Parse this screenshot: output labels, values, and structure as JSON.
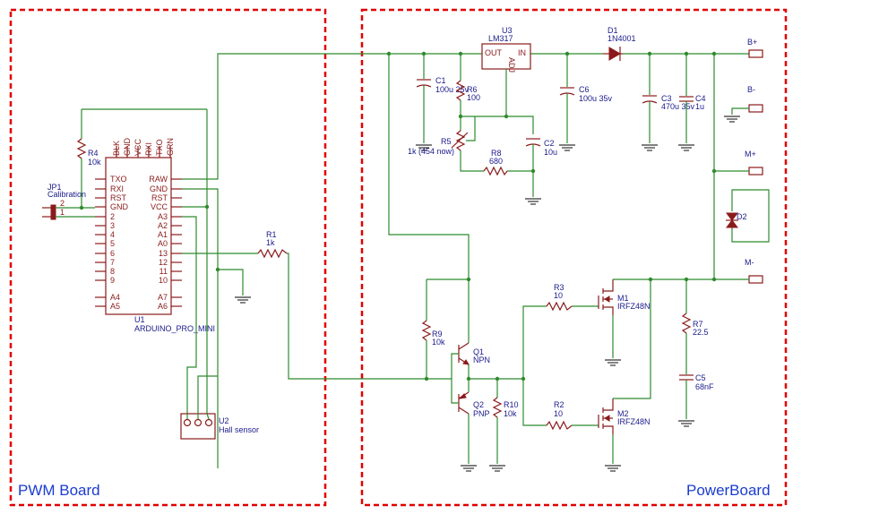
{
  "boards": {
    "pwm": "PWM Board",
    "power": "PowerBoard"
  },
  "u1": {
    "ref": "U1",
    "name": "ARDUINO_PRO_MINI",
    "top_pins": [
      "BLK",
      "GND",
      "VCC",
      "RXI",
      "TXO",
      "GRN"
    ],
    "left_pins": [
      "TXO",
      "RXI",
      "RST",
      "GND",
      "2",
      "3",
      "4",
      "5",
      "6",
      "7",
      "8",
      "9",
      "A4",
      "A5"
    ],
    "right_pins": [
      "RAW",
      "GND",
      "RST",
      "VCC",
      "A3",
      "A2",
      "A1",
      "A0",
      "13",
      "12",
      "11",
      "10",
      "A7",
      "A6"
    ]
  },
  "jp1": {
    "ref": "JP1",
    "value": "Calibration",
    "pin2": "2",
    "pin1": "1"
  },
  "r4": {
    "ref": "R4",
    "value": "10k"
  },
  "r1": {
    "ref": "R1",
    "value": "1k"
  },
  "u2": {
    "ref": "U2",
    "value": "Hall sensor"
  },
  "u3": {
    "ref": "U3",
    "value": "LM317",
    "out": "OUT",
    "in": "IN",
    "adj": "ADJ"
  },
  "c1": {
    "ref": "C1",
    "value": "100u 25v"
  },
  "r6": {
    "ref": "R6",
    "value": "100"
  },
  "r5": {
    "ref": "R5",
    "value": "1k (454 now)"
  },
  "r8": {
    "ref": "R8",
    "value": "680"
  },
  "c2": {
    "ref": "C2",
    "value": "10u"
  },
  "c6": {
    "ref": "C6",
    "value": "100u 35v"
  },
  "d1": {
    "ref": "D1",
    "value": "1N4001"
  },
  "c3": {
    "ref": "C3",
    "value": "470u 35v"
  },
  "c4": {
    "ref": "C4",
    "value": "1u"
  },
  "d2": {
    "ref": "D2"
  },
  "terminals": {
    "bplus": "B+",
    "bminus": "B-",
    "mplus": "M+",
    "mminus": "M-"
  },
  "r9": {
    "ref": "R9",
    "value": "10k"
  },
  "q1": {
    "ref": "Q1",
    "value": "NPN"
  },
  "q2": {
    "ref": "Q2",
    "value": "PNP"
  },
  "r10": {
    "ref": "R10",
    "value": "10k"
  },
  "r3": {
    "ref": "R3",
    "value": "10"
  },
  "r2": {
    "ref": "R2",
    "value": "10"
  },
  "m1": {
    "ref": "M1",
    "value": "IRFZ48N"
  },
  "m2": {
    "ref": "M2",
    "value": "IRFZ48N"
  },
  "r7": {
    "ref": "R7",
    "value": "22.5"
  },
  "c5": {
    "ref": "C5",
    "value": "68nF"
  }
}
